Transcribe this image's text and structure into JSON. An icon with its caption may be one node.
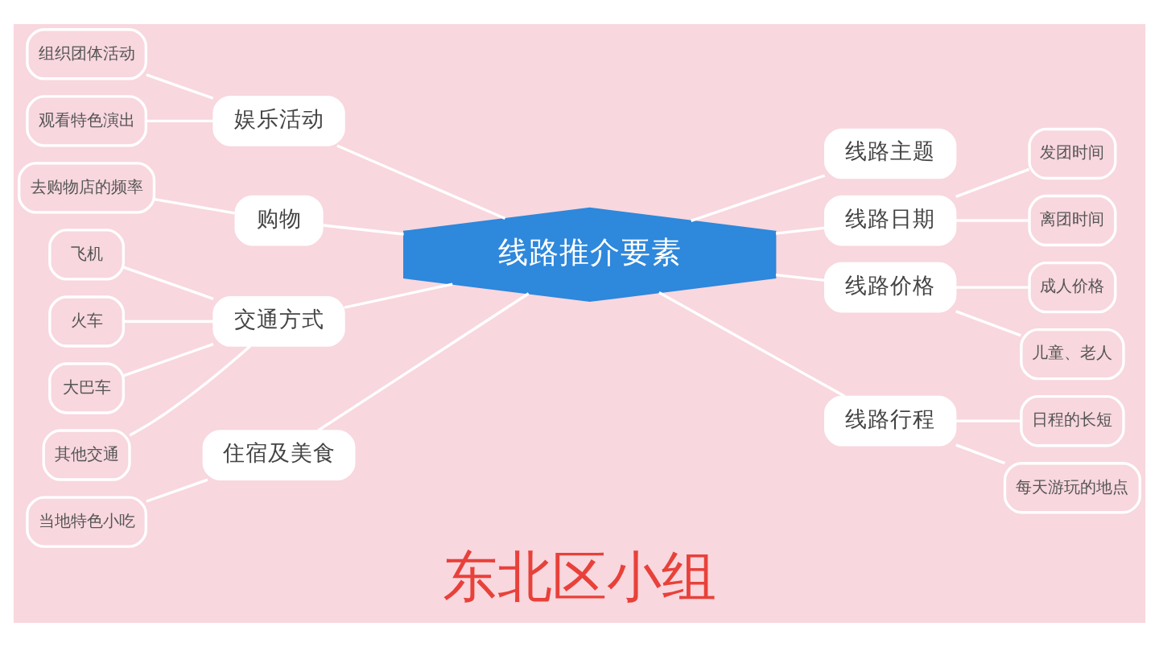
{
  "diagram": {
    "caption": "东北区小组",
    "nodes": [
      {
        "text": [
          "线路推介要素"
        ]
      },
      {
        "text": [
          "娱乐活动"
        ]
      },
      {
        "text": [
          "组织团体活动"
        ]
      },
      {
        "text": [
          "观看特色演出"
        ]
      },
      {
        "text": [
          "购物"
        ]
      },
      {
        "text": [
          "去购物店的频率"
        ]
      },
      {
        "text": [
          "交通方式"
        ]
      },
      {
        "text": [
          "飞机"
        ]
      },
      {
        "text": [
          "火车"
        ]
      },
      {
        "text": [
          "大巴车"
        ]
      },
      {
        "text": [
          "其他交通"
        ]
      },
      {
        "text": [
          "住宿及美食"
        ]
      },
      {
        "text": [
          "当地特色小吃"
        ]
      },
      {
        "text": [
          "线路主题"
        ]
      },
      {
        "text": [
          "线路日期"
        ]
      },
      {
        "text": [
          "发团时间"
        ]
      },
      {
        "text": [
          "离团时间"
        ]
      },
      {
        "text": [
          "线路价格"
        ]
      },
      {
        "text": [
          "成人价格"
        ]
      },
      {
        "text": [
          "儿童、老人"
        ]
      },
      {
        "text": [
          "线路行程"
        ]
      },
      {
        "text": [
          "日程的长短"
        ]
      },
      {
        "text": [
          "每天游玩的地点"
        ]
      }
    ],
    "edges": [
      {
        "from": 1,
        "to": 0,
        "arrow": "none"
      },
      {
        "from": 2,
        "to": 1,
        "arrow": "none"
      },
      {
        "from": 3,
        "to": 1,
        "arrow": "none"
      },
      {
        "from": 4,
        "to": 0,
        "arrow": "none"
      },
      {
        "from": 5,
        "to": 4,
        "arrow": "none"
      },
      {
        "from": 6,
        "to": 0,
        "arrow": "none"
      },
      {
        "from": 7,
        "to": 6,
        "arrow": "none"
      },
      {
        "from": 8,
        "to": 6,
        "arrow": "none"
      },
      {
        "from": 9,
        "to": 6,
        "arrow": "none"
      },
      {
        "from": 10,
        "to": 6,
        "arrow": "none"
      },
      {
        "from": 11,
        "to": 0,
        "arrow": "none"
      },
      {
        "from": 12,
        "to": 11,
        "arrow": "none"
      },
      {
        "from": 0,
        "to": 13,
        "arrow": "none"
      },
      {
        "from": 0,
        "to": 14,
        "arrow": "none"
      },
      {
        "from": 14,
        "to": 15,
        "arrow": "none"
      },
      {
        "from": 14,
        "to": 16,
        "arrow": "none"
      },
      {
        "from": 0,
        "to": 17,
        "arrow": "none"
      },
      {
        "from": 17,
        "to": 18,
        "arrow": "none"
      },
      {
        "from": 17,
        "to": 19,
        "arrow": "none"
      },
      {
        "from": 0,
        "to": 20,
        "arrow": "none"
      },
      {
        "from": 20,
        "to": 21,
        "arrow": "none"
      },
      {
        "from": 20,
        "to": 22,
        "arrow": "none"
      }
    ]
  }
}
